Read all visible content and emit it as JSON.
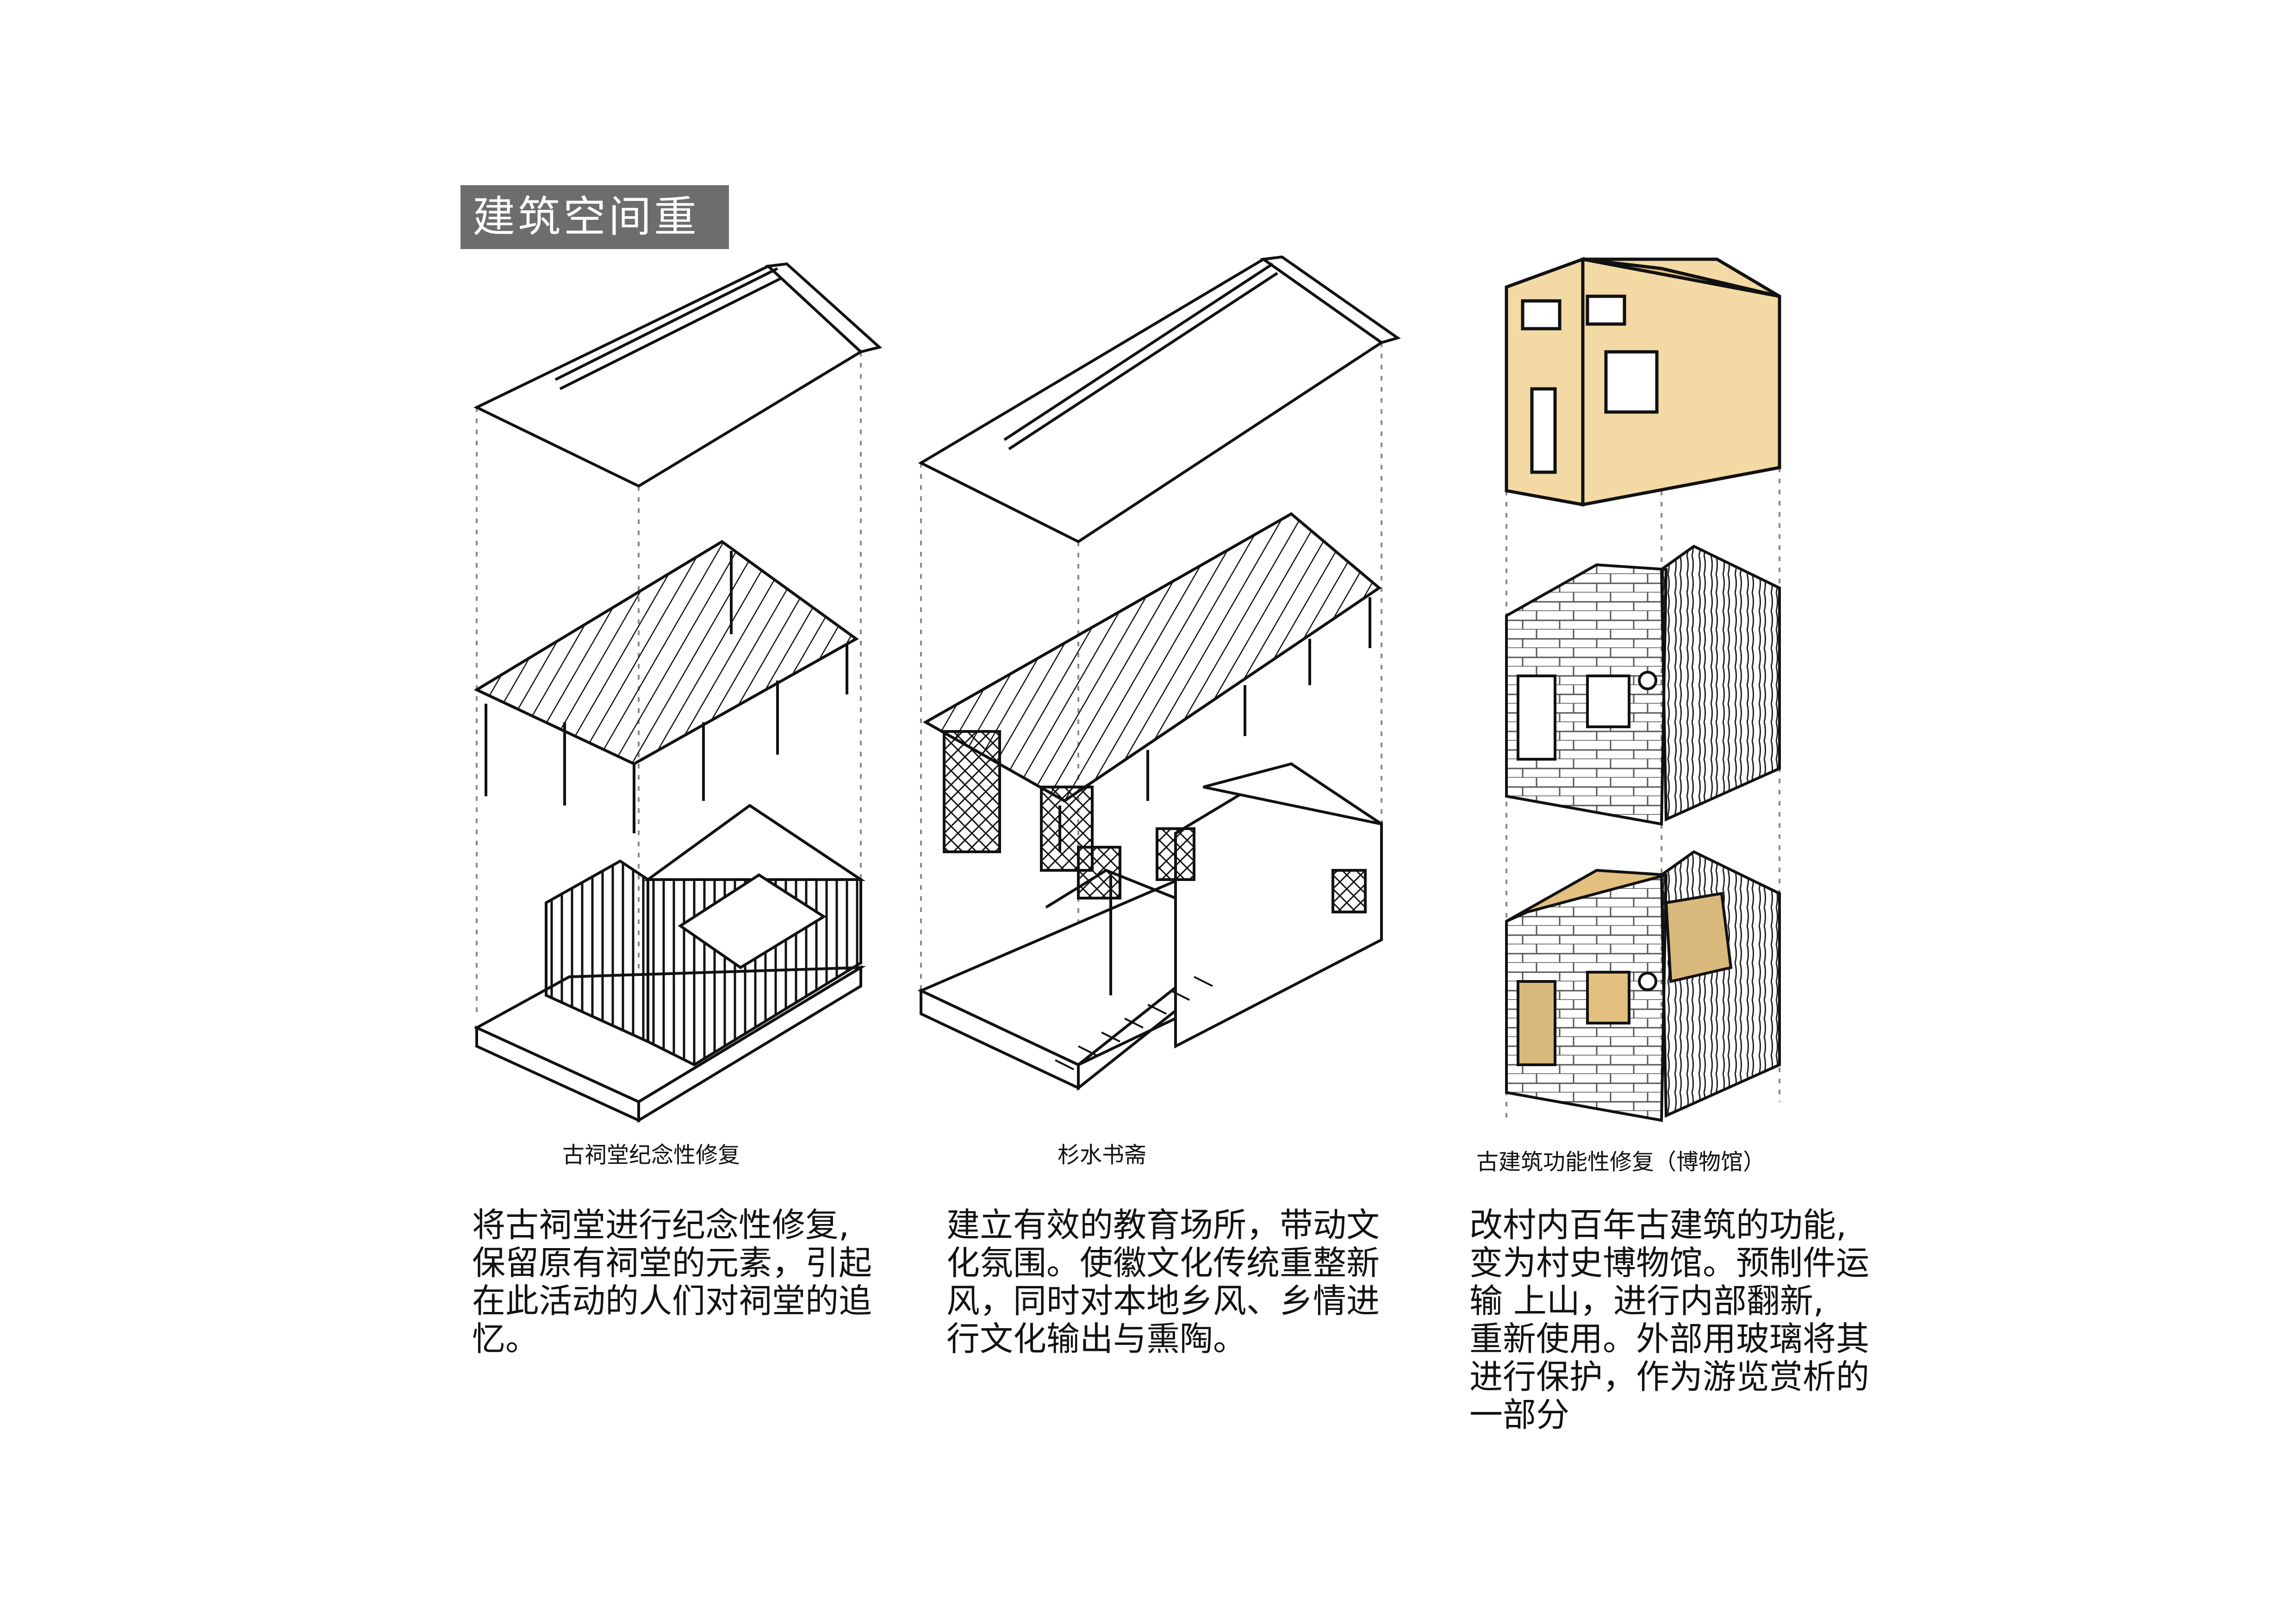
{
  "header": {
    "title": "建筑空间重构"
  },
  "columns": [
    {
      "id": "ancestral-hall",
      "caption": "古祠堂纪念性修复",
      "description_lines": [
        "将古祠堂进行纪念性修复,",
        "保留原有祠堂的元素，引起",
        "在此活动的人们对祠堂的追",
        "忆。"
      ]
    },
    {
      "id": "study",
      "caption": "杉水书斋",
      "description_lines": [
        "建立有效的教育场所，带动文",
        "化氛围。使徽文化传统重整新",
        "风，同时对本地乡风、乡情进",
        "行文化输出与熏陶。"
      ]
    },
    {
      "id": "museum",
      "caption": "古建筑功能性修复（博物馆）",
      "description_lines": [
        "改村内百年古建筑的功能,",
        "变为村史博物馆。预制件运",
        "输 上山，进行内部翻新,",
        "重新使用。外部用玻璃将其",
        "进行保护，作为游览赏析的",
        "一部分"
      ]
    }
  ],
  "colors": {
    "header_bg": "#6d6d6d",
    "line": "#111111",
    "guide": "#888888",
    "wall_yellow": "#f3d9a4",
    "wall_tan": "#e2c07f",
    "wall_shadow": "#d9b87c"
  }
}
